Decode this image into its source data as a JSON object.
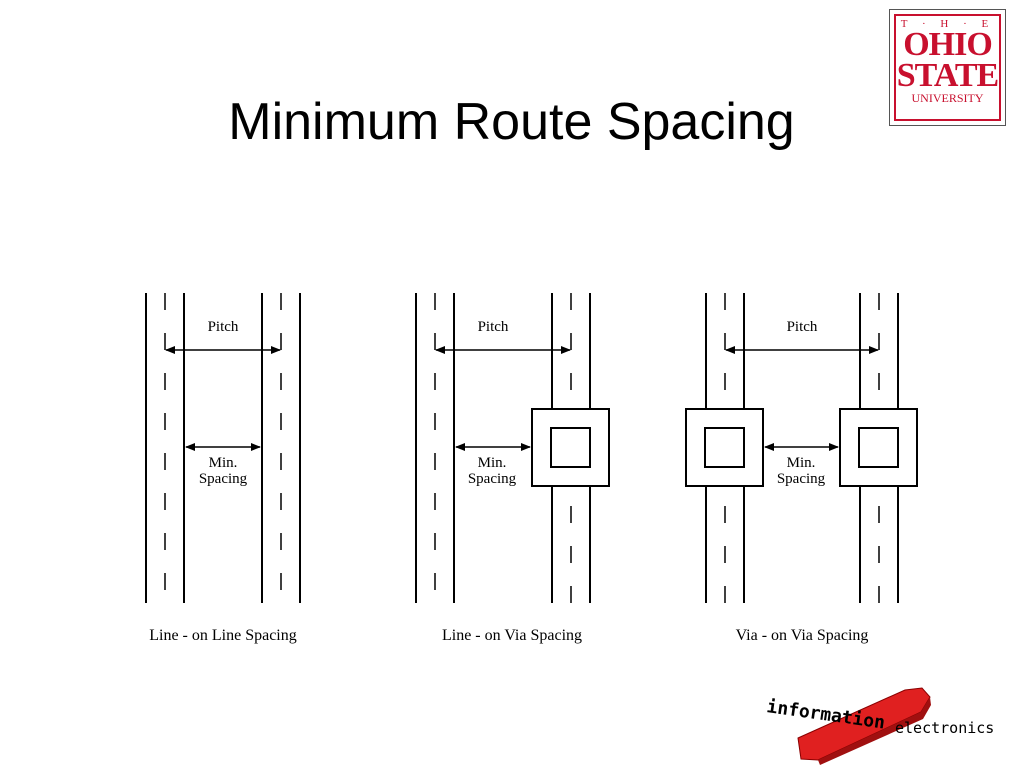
{
  "slide": {
    "title": "Minimum Route Spacing"
  },
  "logo": {
    "line1": "T · H · E",
    "line2": "OHIO",
    "line3": "STATE",
    "line4": "UNIVERSITY",
    "color": "#c8102e"
  },
  "diagrams": [
    {
      "pitch_label": "Pitch",
      "min_label_1": "Min.",
      "min_label_2": "Spacing",
      "caption": "Line - on Line Spacing"
    },
    {
      "pitch_label": "Pitch",
      "min_label_1": "Min.",
      "min_label_2": "Spacing",
      "caption": "Line - on Via Spacing"
    },
    {
      "pitch_label": "Pitch",
      "min_label_1": "Min.",
      "min_label_2": "Spacing",
      "caption": "Via - on Via Spacing"
    }
  ],
  "footer_logo": {
    "word1": "information",
    "word2": "electronics",
    "color": "#e02020"
  }
}
